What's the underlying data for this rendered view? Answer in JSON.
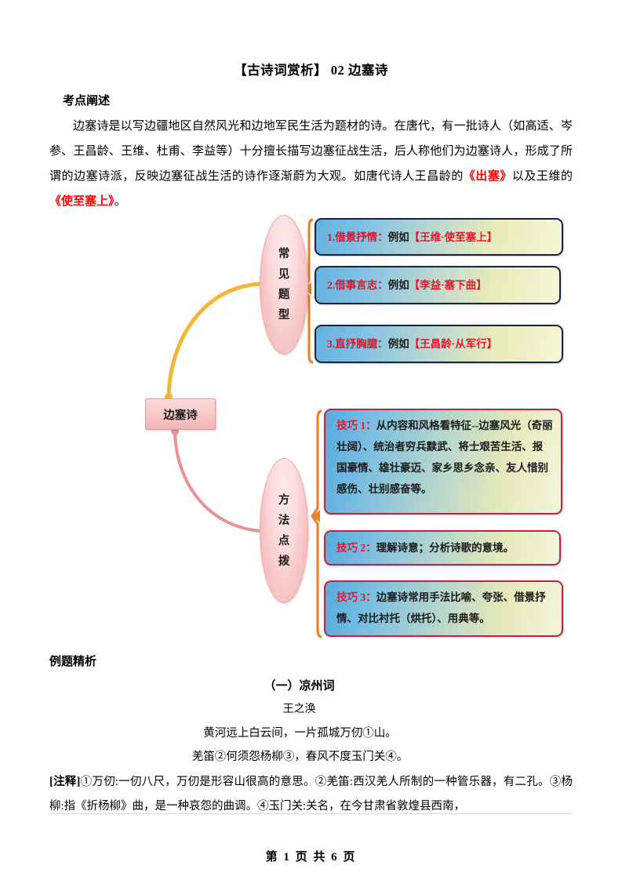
{
  "document": {
    "title": "【古诗词赏析】 02 边塞诗",
    "section1_heading": "考点阐述",
    "paragraph1_part1": "边塞诗是以写边疆地区自然风光和边地军民生活为题材的诗。在唐代，有一批诗人（如高适、岑参、王昌龄、王维、杜甫、李益等）十分擅长描写边塞征战生活，后人称他们为边塞诗人，形成了所谓的边塞诗派，反映边塞征战生活的诗作逐渐蔚为大观。如唐代诗人王昌龄的",
    "paragraph1_red1": "《出塞》",
    "paragraph1_part2": "以及王维的",
    "paragraph1_red2": "《使至塞上》",
    "paragraph1_part3": "。",
    "section2_heading": "例题精析",
    "poem": {
      "title": "（一）凉州词",
      "author": "王之涣",
      "line1": "黄河远上白云间，一片孤城万仞①山。",
      "line2": "羌笛②何须怨杨柳③，春风不度玉门关④。"
    },
    "notes_label": "[注释]",
    "notes_text": "①万仞:一仞八尺，万仞是形容山很高的意思。②羌笛:西汉羌人所制的一种管乐器，有二孔。③杨柳:指《折杨柳》曲，是一种哀怨的曲调。④玉门关:关名，在今甘肃省敦煌县西南，"
  },
  "diagram": {
    "center_node": "边塞诗",
    "branch_top": {
      "label_chars": [
        "常",
        "见",
        "题",
        "型"
      ],
      "items": [
        {
          "prefix": "1.借景抒情：",
          "middle": "例如",
          "highlight": "【王维·使至塞上】"
        },
        {
          "prefix": "2.借事言志：",
          "middle": "例如",
          "highlight": "【李益·塞下曲】"
        },
        {
          "prefix": "3.直抒胸臆：",
          "middle": "例如",
          "highlight": "【王昌龄·从军行】"
        }
      ]
    },
    "branch_bottom": {
      "label_chars": [
        "方",
        "法",
        "点",
        "拨"
      ],
      "items": [
        {
          "tag": "技巧 1：",
          "text": "从内容和风格看特征--边塞风光（奇丽壮阔）、统治者穷兵黩武、将士艰苦生活、报国豪情、雄壮豪迈、家乡思乡念亲、友人惜别感伤、壮别感奋等。"
        },
        {
          "tag": "技巧 2：",
          "text": "理解诗意；分析诗歌的意境。"
        },
        {
          "tag": "技巧 3：",
          "text": "边塞诗常用手法比喻、夸张、借景抒情、对比衬托（烘托）、用典等。"
        }
      ]
    },
    "colors": {
      "node_pink": "#f7c6c6",
      "connector_orange": "#f0a830",
      "connector_pink": "#e8919a",
      "brace_orange": "#e8832a",
      "box_border_navy": "#17253c",
      "box_border_red": "#c0224a",
      "highlight_red": "#e8172a"
    }
  },
  "footer": {
    "page_text": "第 1 页 共 6 页"
  }
}
